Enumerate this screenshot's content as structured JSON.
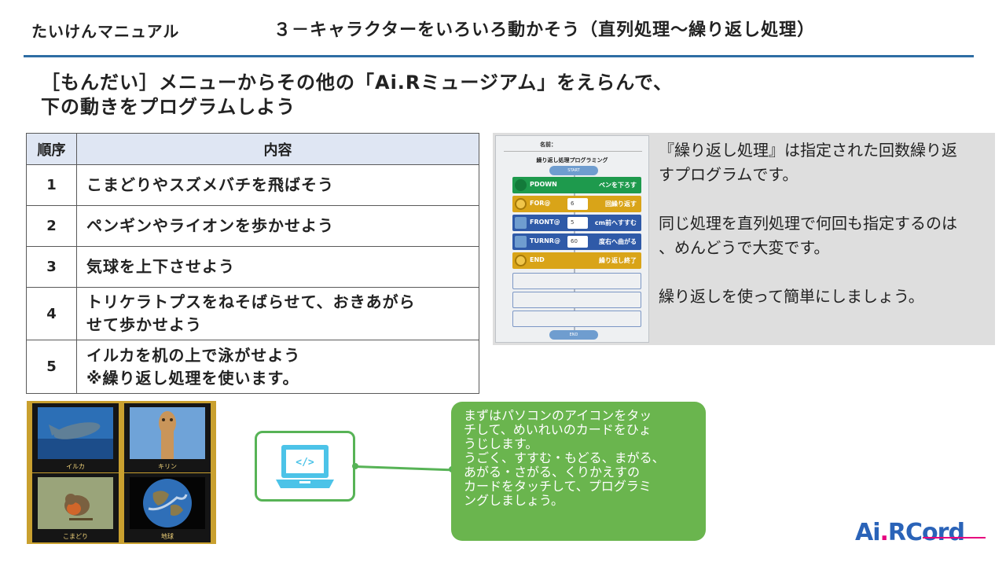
{
  "header": {
    "left_label": "たいけんマニュアル",
    "title": "３－キャラクターをいろいろ動かそう（直列処理～繰り返し処理）"
  },
  "instruction": {
    "line1": "［もんだい］メニューからその他の「Ai.Rミュージアム」をえらんで、",
    "line2": "下の動きをプログラムしよう"
  },
  "task_table": {
    "headers": [
      "順序",
      "内容"
    ],
    "rows": [
      {
        "num": "1",
        "lines": [
          "こまどりやスズメバチを飛ばそう"
        ]
      },
      {
        "num": "2",
        "lines": [
          "ペンギンやライオンを歩かせよう"
        ]
      },
      {
        "num": "3",
        "lines": [
          "気球を上下させよう"
        ]
      },
      {
        "num": "4",
        "lines": [
          "トリケラトプスをねそばらせて、おきあがら",
          "せて歩かせよう"
        ]
      },
      {
        "num": "5",
        "lines": [
          "イルカを机の上で泳がせよう",
          "※繰り返し処理を使います。"
        ]
      }
    ]
  },
  "program_sheet": {
    "name_label": "名前：",
    "subtitle": "繰り返し処理プログラミング",
    "start_label": "START",
    "end_label": "END",
    "blocks": [
      {
        "cmd": "PDOWN",
        "value": "",
        "action": "ペンを下ろす",
        "color": "#1e9a4d"
      },
      {
        "cmd": "FOR@",
        "value": "6",
        "action": "回繰り返す",
        "color": "#d9a418"
      },
      {
        "cmd": "FRONT@",
        "value": "5",
        "action": "cm前へすすむ",
        "color": "#2f5aa8"
      },
      {
        "cmd": "TURNR@",
        "value": "60",
        "action": "度右へ曲がる",
        "color": "#2f5aa8"
      },
      {
        "cmd": "END",
        "value": "",
        "action": "繰り返し終了",
        "color": "#d9a418"
      }
    ],
    "empty_slots": 3
  },
  "program_description": {
    "p1": [
      "『繰り返し処理』は指定された回数繰り返",
      "すプログラムです。"
    ],
    "p2": [
      "同じ処理を直列処理で何回も指定するのは",
      "、めんどうで大変です。"
    ],
    "p3": [
      "繰り返しを使って簡単にしましょう。"
    ]
  },
  "image_grid": {
    "items": [
      {
        "label": "イルカ"
      },
      {
        "label": "キリン"
      },
      {
        "label": "こまどり"
      },
      {
        "label": "地球"
      }
    ]
  },
  "laptop_icon": {
    "icon": "laptop-code-icon",
    "glyph": "</>"
  },
  "callout": {
    "lines": [
      "まずはパソコンのアイコンをタッ",
      "チして、めいれいのカードをひょ",
      "うじします。",
      "うごく、すすむ・もどる、まがる、",
      "あがる・さがる、くりかえすの",
      "カードをタッチして、プログラミ",
      "ングしましょう。"
    ]
  },
  "logo": {
    "text_a": "Ai",
    "text_dot": ".",
    "text_b": "RCord"
  },
  "colors": {
    "accent_blue": "#2e6da4",
    "table_header": "#dfe6f3",
    "callout_green": "#6ab54e",
    "grid_gold": "#c9a02f"
  }
}
